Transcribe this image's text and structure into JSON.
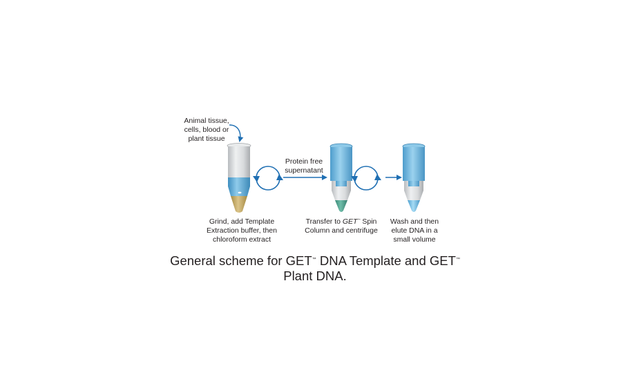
{
  "labels": {
    "input_sample": [
      "Animal tissue,",
      "cells, blood or",
      "plant tissue"
    ],
    "transfer_step": [
      "Protein free",
      "supernatant"
    ],
    "step1": [
      "Grind, add Template",
      "Extraction buffer, then",
      "chloroform extract"
    ],
    "step2": {
      "pre": "Transfer to ",
      "brand": "GET",
      "tm": "™",
      "post": " Spin",
      "line2": "Column and centrifuge"
    },
    "step3": [
      "Wash and then",
      "elute DNA in a",
      "small volume"
    ]
  },
  "caption": {
    "line1_a": "General scheme for GET",
    "tm1": "™",
    "line1_b": " DNA Template and GET",
    "tm2": "™",
    "line2": "Plant DNA."
  },
  "colors": {
    "tube_gray": "#d7d9db",
    "liquid_blue": "#5aa9d6",
    "column_blue": "#7dbfe3",
    "sediment_tan": "#c7ad6a",
    "resin_teal": "#4e9e8d",
    "arrow_blue": "#1f6fb3"
  }
}
